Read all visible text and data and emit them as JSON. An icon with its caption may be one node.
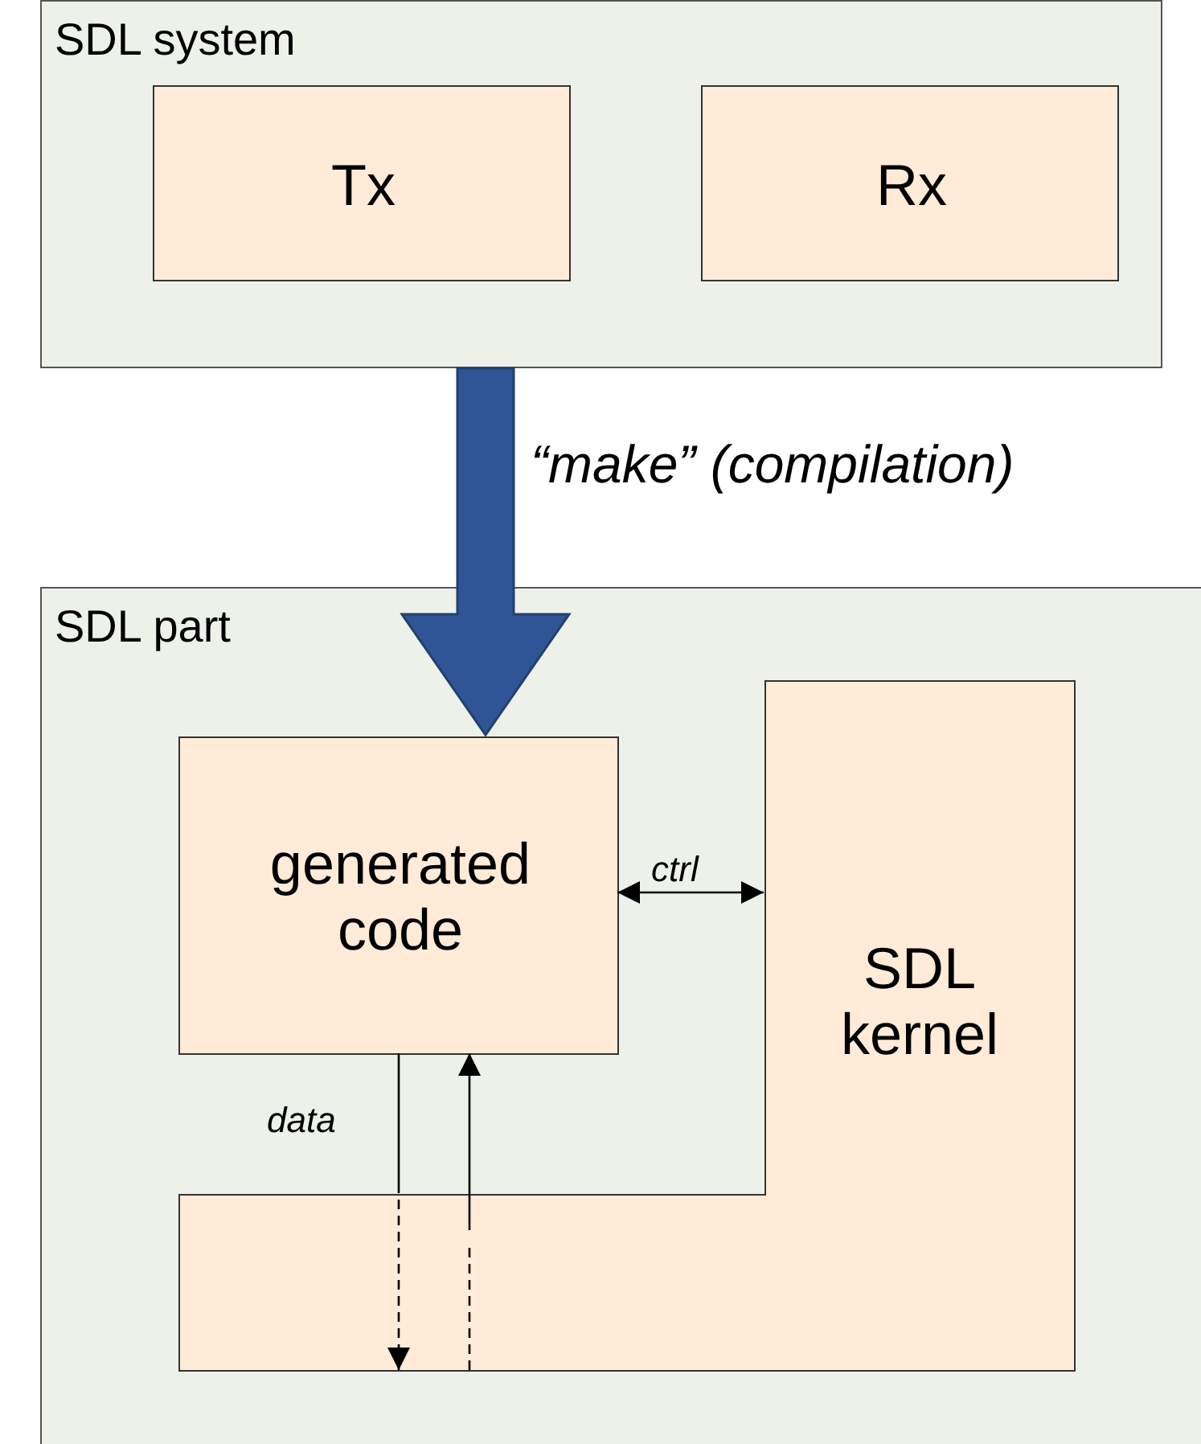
{
  "diagram": {
    "nodes": [
      {
        "text": [
          "SDL system"
        ]
      },
      {
        "text": [
          "Tx"
        ],
        "in": 0
      },
      {
        "text": [
          "Rx"
        ],
        "in": 0
      },
      {
        "text": [
          "SDL part"
        ]
      },
      {
        "text": [
          "generated code"
        ],
        "in": 3
      },
      {
        "text": [
          "SDL kernel"
        ],
        "in": 3
      }
    ],
    "edges": [
      {
        "from": 0,
        "to": 4,
        "arrow": "to",
        "label": "“make” (compilation)",
        "style": "thick",
        "color": "#2f5597"
      },
      {
        "from": 4,
        "to": 5,
        "arrow": "both",
        "label": "ctrl"
      },
      {
        "from": 4,
        "to": 5,
        "arrow": "to",
        "label": "data",
        "style": "dashed"
      },
      {
        "from": 5,
        "to": 4,
        "arrow": "to",
        "style": "dashed"
      }
    ]
  }
}
